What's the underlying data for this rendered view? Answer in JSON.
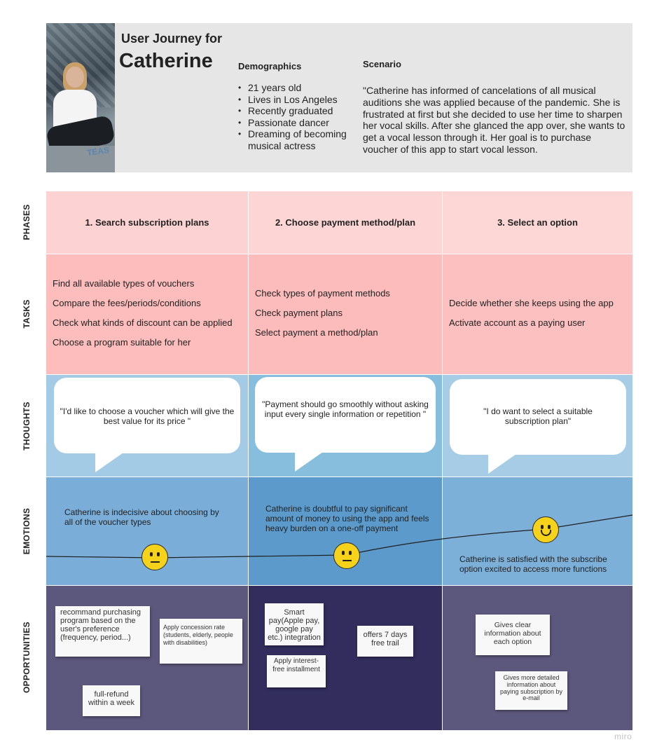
{
  "header": {
    "title_line1": "User Journey for",
    "persona_name": "Catherine",
    "demographics_label": "Demographics",
    "demographics": [
      "21 years old",
      "Lives in Los Angeles",
      "Recently graduated",
      "Passionate dancer",
      "Dreaming of becoming musical actress"
    ],
    "scenario_label": "Scenario",
    "scenario_text": "\"Catherine has informed of cancelations of all musical auditions she was applied because of the pandemic. She is frustrated at first but she decided to use her time to sharpen her vocal skills. After she glanced the app over, she wants to get a vocal lesson through it. Her goal is to purchase voucher of this app to start vocal lesson.",
    "photo_tag": "TEAS"
  },
  "row_labels": {
    "phases": "PHASES",
    "tasks": "TASKS",
    "thoughts": "THOUGHTS",
    "emotions": "EMOTIONS",
    "opportunities": "OPPORTUNITIES"
  },
  "phases": [
    "1. Search subscription plans",
    "2. Choose payment method/plan",
    "3. Select an option"
  ],
  "tasks": [
    [
      "Find all available types of vouchers",
      "Compare the fees/periods/conditions",
      "Check what kinds of discount can be applied",
      "Choose a program suitable for her"
    ],
    [
      "Check types of payment methods",
      "Check payment plans",
      "Select payment a method/plan"
    ],
    [
      "Decide whether she keeps using the app",
      "Activate account as a paying user"
    ]
  ],
  "thoughts": [
    "\"I'd like to choose a voucher which will give the best value for its price  \"",
    "\"Payment should go smoothly without asking input every single information or repetition \"",
    "\"I do want to select a suitable subscription plan\""
  ],
  "emotions": [
    {
      "text": "Catherine is indecisive about choosing by all of the voucher types",
      "face": "neutral"
    },
    {
      "text": "Catherine is doubtful to pay significant amount of money to using the app and feels heavy burden on a one-off payment",
      "face": "neutral"
    },
    {
      "text": "Catherine is satisfied with the subscribe option excited to access more functions",
      "face": "happy"
    }
  ],
  "opportunities": {
    "col1": [
      "recommand purchasing program based on the user's preference (frequency, period...)",
      "Apply concession rate  (students, elderly, people with disabilities)",
      "full-refund within a week"
    ],
    "col2": [
      "Smart pay(Apple pay, google pay etc.) integration",
      "offers 7 days free trail",
      "Apply interest-free installment"
    ],
    "col3": [
      "Gives clear information about each option",
      "Gives more detailed information about paying subscription by e-mail"
    ]
  },
  "colors": {
    "header_bg": "#e6e6e6",
    "phases": [
      "#fdd2d2",
      "#fdd5d5",
      "#fdd6d6"
    ],
    "tasks": [
      "#fdbdbd",
      "#fdbcbc",
      "#fdc0c0"
    ],
    "thoughts": [
      "#a3cbe5",
      "#88bedd",
      "#a6cde5"
    ],
    "emotions": [
      "#7aaed8",
      "#5b9acb",
      "#7db0d8"
    ],
    "opportunities": [
      "#5c577c",
      "#322d5c",
      "#5c577c"
    ],
    "smiley": "#f7d21a"
  },
  "watermark": "miro"
}
